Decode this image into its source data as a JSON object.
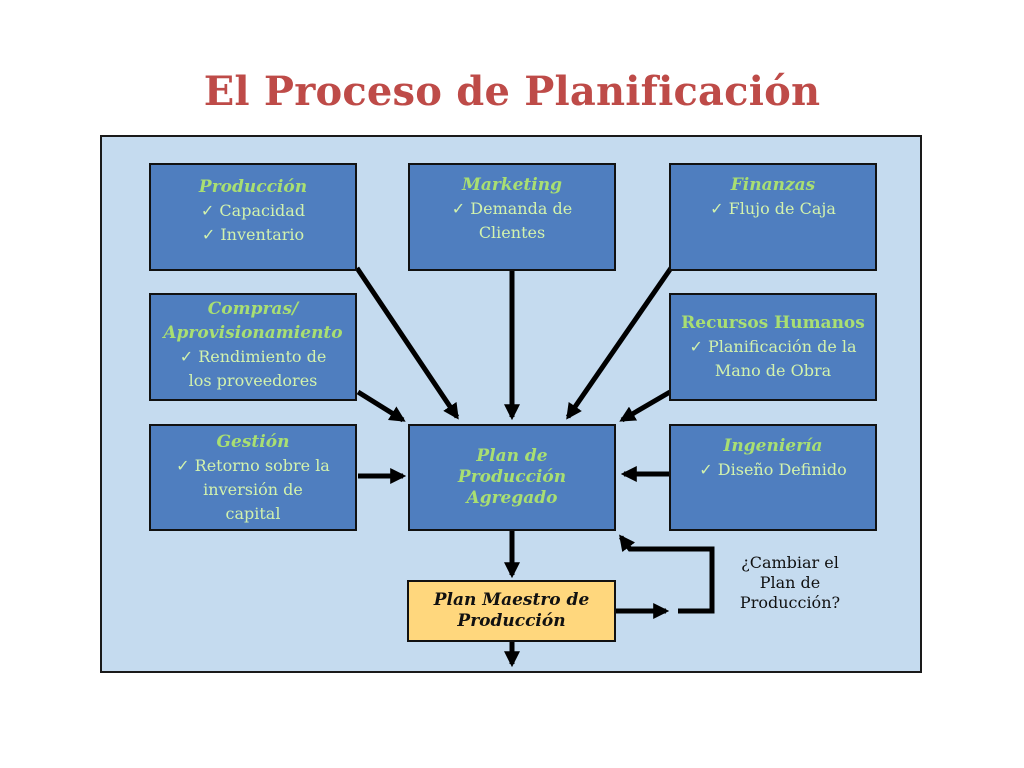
{
  "title": "El Proceso de Planificación",
  "boxes": {
    "produccion": {
      "head": "Producción",
      "items": [
        "✓ Capacidad",
        "✓ Inventario"
      ]
    },
    "marketing": {
      "head": "Marketing",
      "items": [
        "✓ Demanda de\nClientes"
      ]
    },
    "finanzas": {
      "head": "Finanzas",
      "items": [
        "✓ Flujo de Caja"
      ]
    },
    "compras": {
      "head": "Compras/\nAprovisionamiento",
      "items": [
        "✓ Rendimiento de\nlos proveedores"
      ]
    },
    "rrhh": {
      "head": "Recursos Humanos",
      "items": [
        "✓ Planificación de la\nMano de Obra"
      ]
    },
    "gestion": {
      "head": "Gestión",
      "items": [
        "✓ Retorno sobre la\ninversión de\ncapital"
      ]
    },
    "plan_agregado": {
      "head": "Plan de\nProducción\nAgregado"
    },
    "ingenieria": {
      "head": "Ingeniería",
      "items": [
        "✓ Diseño Definido"
      ]
    },
    "plan_maestro": {
      "head": "Plan Maestro de\nProducción"
    }
  },
  "note": "¿Cambiar el\nPlan de\nProducción?",
  "colors": {
    "title": "#be4b48",
    "panel": "#c5dbef",
    "box": "#4f7ebf",
    "box_head": "#a9df72",
    "box_item": "#d2f2ad",
    "master_box": "#ffd77d",
    "arrow": "#000000"
  }
}
